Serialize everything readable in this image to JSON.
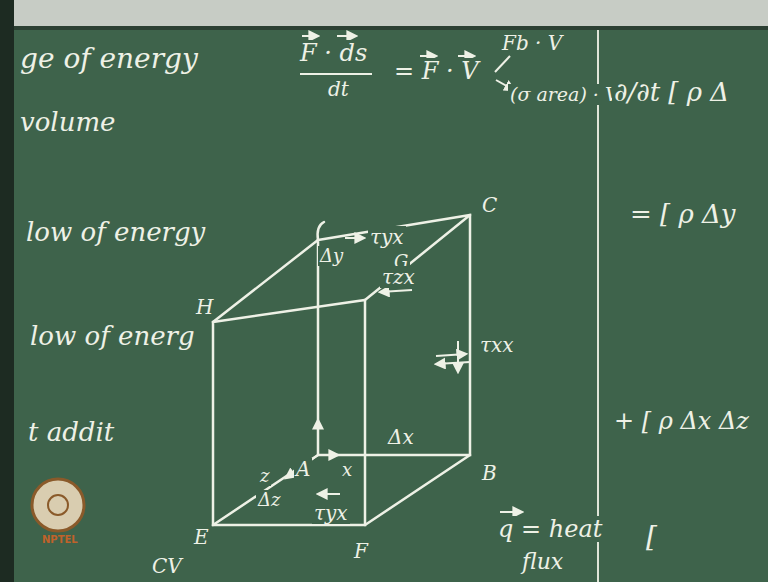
{
  "diagram": {
    "labels": [
      "ge of energy",
      "volume",
      "low of energy",
      "low of energ",
      "t addit",
      "CV",
      "F · ds",
      "dt",
      "= F · V",
      "Fb · V",
      "(σ area) · V",
      "H",
      "C",
      "Δy",
      "τyx",
      "G",
      "τzx",
      "τxx",
      "A",
      "x",
      "Δx",
      "B",
      "z",
      "Δz",
      "E",
      "F",
      "τyx",
      "q = heat",
      "flux",
      "∂/∂t [ ρ Δ",
      "= [ ρ Δy",
      "+ [ ρ Δx Δz",
      "[",
      "NPTEL"
    ]
  }
}
